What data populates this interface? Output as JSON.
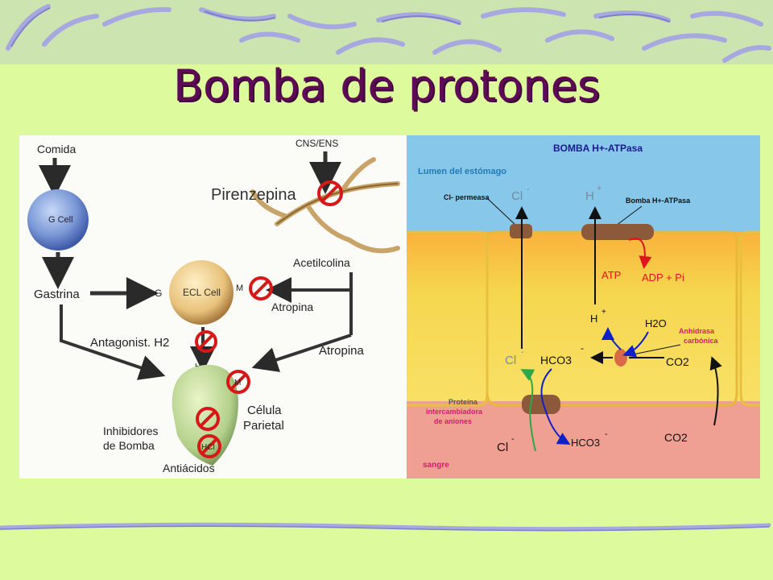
{
  "slide": {
    "title": "Bomba de protones"
  },
  "left_diagram": {
    "labels": {
      "comida": "Comida",
      "gcell": "G Cell",
      "gastrina": "Gastrina",
      "g": "G",
      "ecl_cell": "ECL Cell",
      "m1": "M",
      "cns_ens": "CNS/ENS",
      "pirenzepina": "Pirenzepina",
      "acetilcolina": "Acetilcolina",
      "atropina1": "Atropina",
      "antagonist_h2": "Antagonist. H2",
      "h2": "H2",
      "atropina2": "Atropina",
      "m2": "M",
      "celula": "Célula",
      "parietal": "Parietal",
      "inhibidores": "Inhibidores",
      "de_bomba": "de Bomba",
      "antiacidos": "Antiácidos",
      "hcl": "HCl"
    }
  },
  "right_diagram": {
    "colors": {
      "lumen": "#87c8ea",
      "cell": "#f8d54a",
      "blood": "#f0a092",
      "label_blue": "#1f7ab8",
      "red": "#e0141e",
      "pink_label": "#e0147a",
      "green": "#2aa84a",
      "navy": "#1020c8",
      "brown": "#8c5a3a"
    },
    "labels": {
      "heading": "BOMBA H+-ATPasa",
      "lumen": "Lumen del estómago",
      "cl_permeasa": "Cl- permeasa",
      "cl_top": "Cl",
      "cl_top_sup": "-",
      "h_top": "H",
      "h_top_sup": "+",
      "bomba_label": "Bomba H+-ATPasa",
      "atp": "ATP",
      "adp": "ADP + Pi",
      "h_mid": "H",
      "h_mid_sup": "+",
      "h2o": "H2O",
      "anhidrasa": "Anhidrasa",
      "carbonica": "carbónica",
      "cl_mid": "Cl",
      "cl_mid_sup": "-",
      "hco3_mid": "HCO3",
      "hco3_mid_sup": "-",
      "co2_mid": "CO2",
      "proteina1": "Proteína",
      "proteina2": "intercambiadora",
      "proteina3": "de aniones",
      "cl_bottom": "Cl",
      "cl_bottom_sup": "-",
      "hco3_bottom": "HCO3",
      "hco3_bottom_sup": "-",
      "co2_bottom": "CO2",
      "sangre": "sangre"
    }
  }
}
